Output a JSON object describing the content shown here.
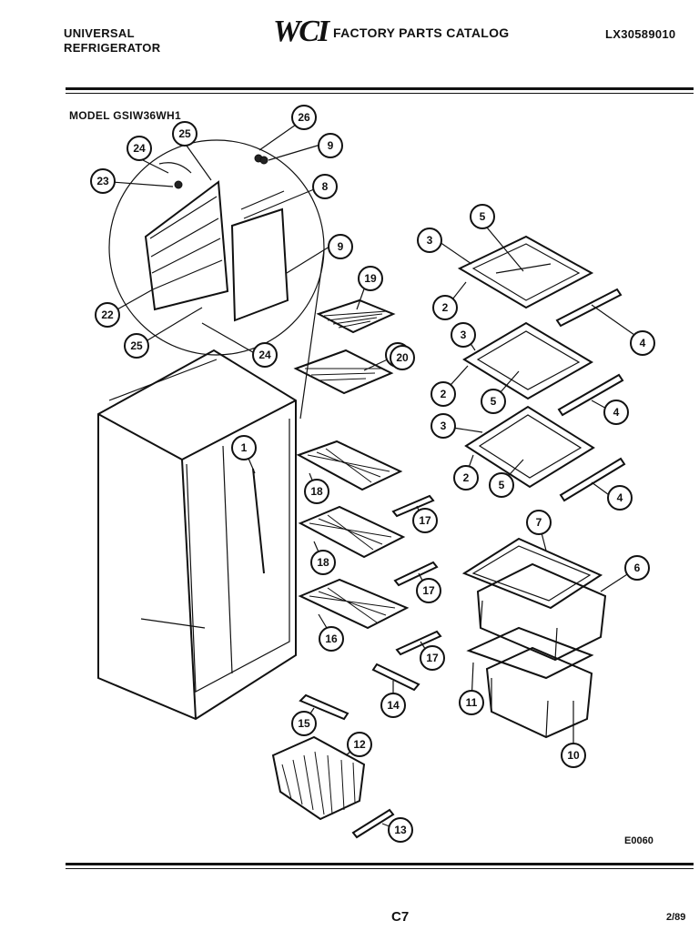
{
  "header": {
    "left_line1": "UNIVERSAL",
    "left_line2": "REFRIGERATOR",
    "logo": "WCI",
    "center_title": "FACTORY PARTS CATALOG",
    "right_code": "LX30589010"
  },
  "model_label": "MODEL GSIW36WH1",
  "diagram_code": "E0060",
  "footer": {
    "page": "C7",
    "date": "2/89"
  },
  "callouts": [
    "26",
    "24",
    "25",
    "9",
    "23",
    "8",
    "9",
    "19",
    "21",
    "22",
    "25",
    "24",
    "20",
    "5",
    "3",
    "2",
    "3",
    "4",
    "2",
    "5",
    "4",
    "3",
    "1",
    "18",
    "2",
    "5",
    "17",
    "4",
    "7",
    "18",
    "17",
    "6",
    "16",
    "17",
    "11",
    "14",
    "10",
    "15",
    "12",
    "13"
  ]
}
